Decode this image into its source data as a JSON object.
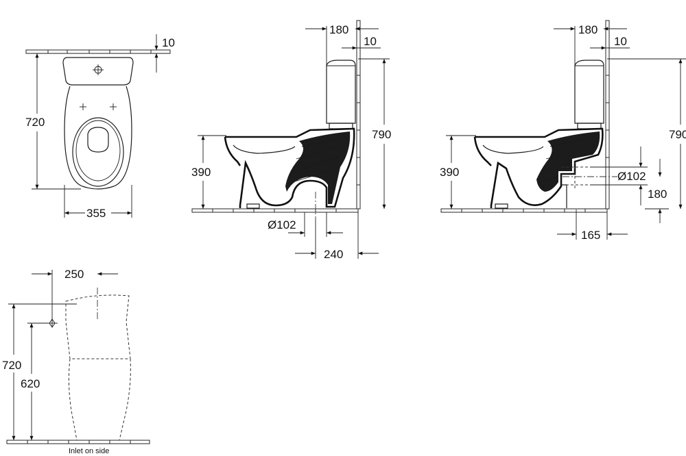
{
  "top_view": {
    "dim_gap": "10",
    "dim_height": "720",
    "dim_width": "355"
  },
  "side_view_floor_outlet": {
    "dim_tank_depth": "180",
    "dim_gap": "10",
    "dim_total_height": "790",
    "dim_seat_height": "390",
    "dim_outlet_diameter": "Ø102",
    "dim_outlet_distance": "240"
  },
  "side_view_wall_outlet": {
    "dim_tank_depth": "180",
    "dim_gap": "10",
    "dim_total_height": "790",
    "dim_seat_height": "390",
    "dim_outlet_diameter": "Ø102",
    "dim_outlet_height": "180",
    "dim_outlet_offset": "165"
  },
  "front_inlet_view": {
    "dim_inlet_offset": "250",
    "dim_total_height": "720",
    "dim_inlet_height": "620",
    "caption": "Inlet on side"
  }
}
